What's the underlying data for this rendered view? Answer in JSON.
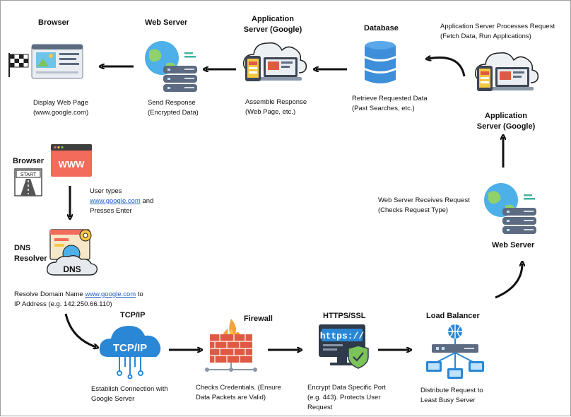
{
  "top_row": {
    "browser": {
      "title": "Browser",
      "desc1": "Display Web Page",
      "desc2": "(www.google.com)"
    },
    "web_server": {
      "title": "Web Server",
      "desc1": "Send Response",
      "desc2": "(Encrypted Data)"
    },
    "app_server": {
      "title1": "Application",
      "title2": "Server (Google)",
      "desc1": "Assemble Response",
      "desc2": "(Web Page, etc.)"
    },
    "database": {
      "title": "Database",
      "desc1": "Retrieve Requested Data",
      "desc2": "(Past Searches, etc.)"
    },
    "app_server_right": {
      "desc1": "Application Server Processes Request",
      "desc2": "(Fetch Data, Run Applications)",
      "title1": "Application",
      "title2": "Server (Google)"
    }
  },
  "left_column": {
    "browser": {
      "title": "Browser",
      "www_label": "WWW",
      "start_label": "START"
    },
    "user_types": {
      "line1": "User types",
      "link": "www.google.com",
      "line2_suffix": " and",
      "line3": "Presses Enter"
    },
    "dns": {
      "title1": "DNS",
      "title2": "Resolver",
      "icon_label": "DNS",
      "desc_prefix": "Resolve Domain Name ",
      "desc_link": "www.google.com",
      "desc_suffix": " to",
      "desc2": "IP Address (e.g. 142.250.66.110)"
    }
  },
  "right_column": {
    "web_server": {
      "desc1": "Web Server Receives Request",
      "desc2": "(Checks Request Type)",
      "title": "Web Server"
    }
  },
  "bottom_row": {
    "tcpip": {
      "title": "TCP/IP",
      "icon_label": "TCP/IP",
      "desc1": "Establish Connection with",
      "desc2": "Google Server"
    },
    "firewall": {
      "title": "Firewall",
      "desc1": "Checks Credentials. (Ensure",
      "desc2": "Data Packets are Valid)"
    },
    "https": {
      "title": "HTTPS/SSL",
      "icon_label": "https://",
      "desc1": "Encrypt Data Specific Port",
      "desc2": "(e.g. 443). Protects User",
      "desc3": "Request"
    },
    "load_balancer": {
      "title": "Load Balancer",
      "desc1": "Distribute Request to",
      "desc2": "Least Busy Server"
    }
  },
  "colors": {
    "arrow": "#111111",
    "blue": "#2a87d6",
    "green": "#7cc45a",
    "server_gray": "#5d6b82",
    "db_blue": "#3e8ed9",
    "firewall_red": "#e05a43",
    "link": "#1f5fc4"
  }
}
